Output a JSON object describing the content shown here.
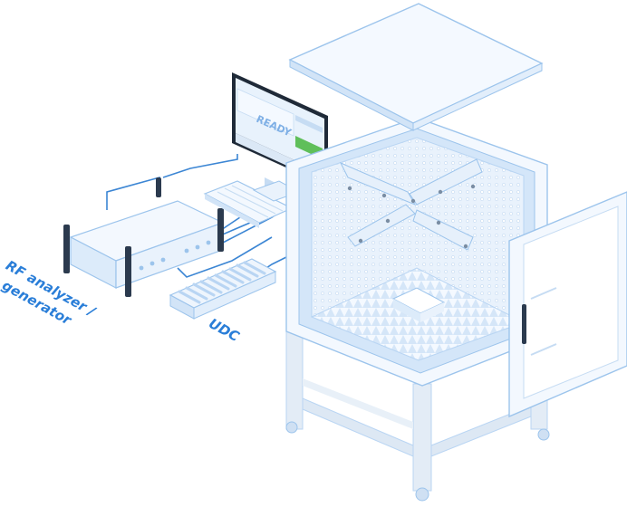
{
  "labels": {
    "rf_line1": "RF analyzer /",
    "rf_line2": "generator",
    "udc": "UDC"
  },
  "monitor": {
    "screen_text": "READY"
  },
  "colors": {
    "accent": "#2a7ed8",
    "outline": "#9cc4ec",
    "face_light": "#f3f8fe",
    "face_mid": "#dcebfa",
    "face_dark": "#b9d5f3",
    "frame": "#e6eef7",
    "screen_green": "#5fbf5a"
  }
}
